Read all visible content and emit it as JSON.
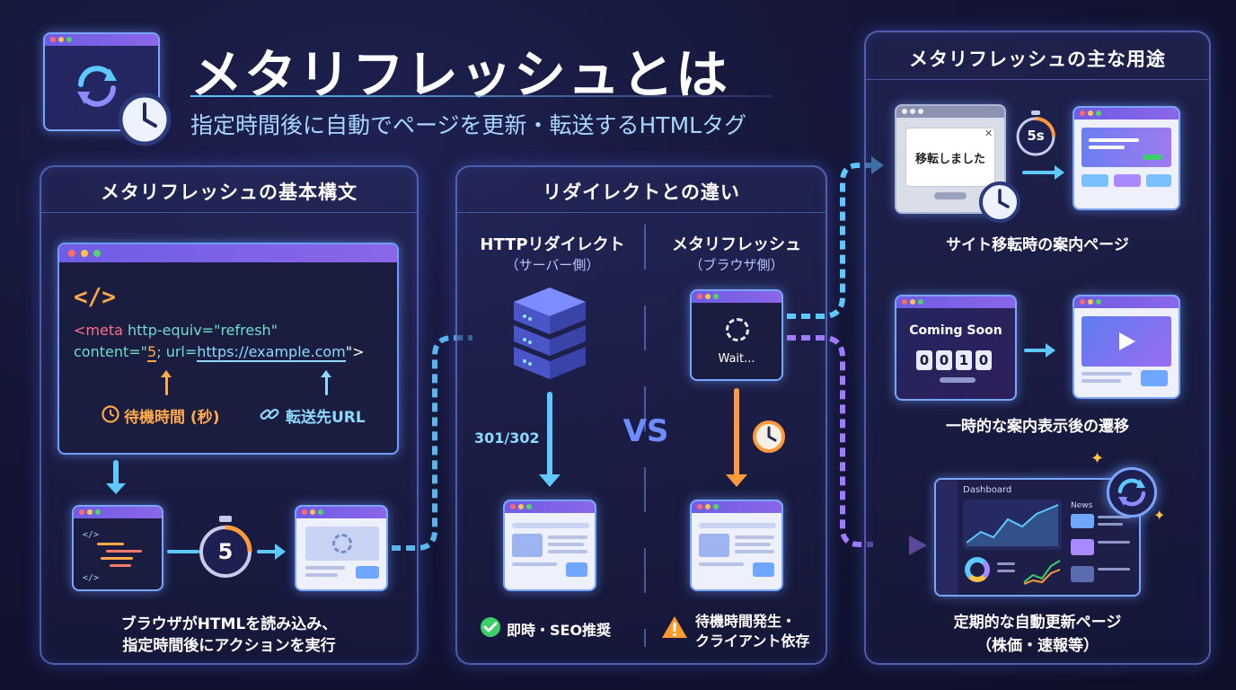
{
  "header": {
    "title": "メタリフレッシュとは",
    "subtitle": "指定時間後に自動でページを更新・転送するHTMLタグ"
  },
  "syntax_panel": {
    "title": "メタリフレッシュの基本構文",
    "code_symbol": "</>",
    "code_line1_tag": "<meta",
    "code_line1_rest": " http-equiv=\"refresh\"",
    "code_line2_a": "content=\"",
    "code_line2_num": "5",
    "code_line2_b": "; url=",
    "code_line2_url": "https://example.com",
    "code_line2_c": "\">",
    "wait_label": "待機時間 (秒)",
    "url_label": "転送先URL",
    "timer_number": "5",
    "caption_line1": "ブラウザがHTMLを読み込み、",
    "caption_line2": "指定時間後にアクションを実行"
  },
  "compare_panel": {
    "title": "リダイレクトとの違い",
    "left_title": "HTTPリダイレクト",
    "left_sub": "（サーバー側）",
    "right_title": "メタリフレッシュ",
    "right_sub": "（ブラウザ側）",
    "status_codes": "301/302",
    "vs": "VS",
    "wait_text": "Wait...",
    "left_result": "即時・SEO推奨",
    "right_result_line1": "待機時間発生・",
    "right_result_line2": "クライアント依存"
  },
  "uses_panel": {
    "title": "メタリフレッシュの主な用途",
    "use1_dialog": "移転しました",
    "use1_timer": "5s",
    "use1_caption": "サイト移転時の案内ページ",
    "use2_heading": "Coming Soon",
    "use2_digits": [
      "0",
      "0",
      "1",
      "0"
    ],
    "use2_caption": "一時的な案内表示後の遷移",
    "use3_dashboard": "Dashboard",
    "use3_news": "News",
    "use3_caption_line1": "定期的な自動更新ページ",
    "use3_caption_line2": "（株価・速報等）"
  },
  "colors": {
    "accent_blue": "#5ec8ff",
    "accent_purple": "#8b66e8",
    "accent_orange": "#ff9b3d",
    "success_green": "#3ccf6a",
    "warning_orange": "#ff9b2e",
    "code_string": "#6fdcd0",
    "code_tag": "#ff6e8a"
  },
  "icons": [
    "refresh-icon",
    "clock-icon",
    "link-icon",
    "server-icon",
    "check-icon",
    "warning-icon",
    "play-icon",
    "stopwatch-icon",
    "sparkle-icon"
  ]
}
